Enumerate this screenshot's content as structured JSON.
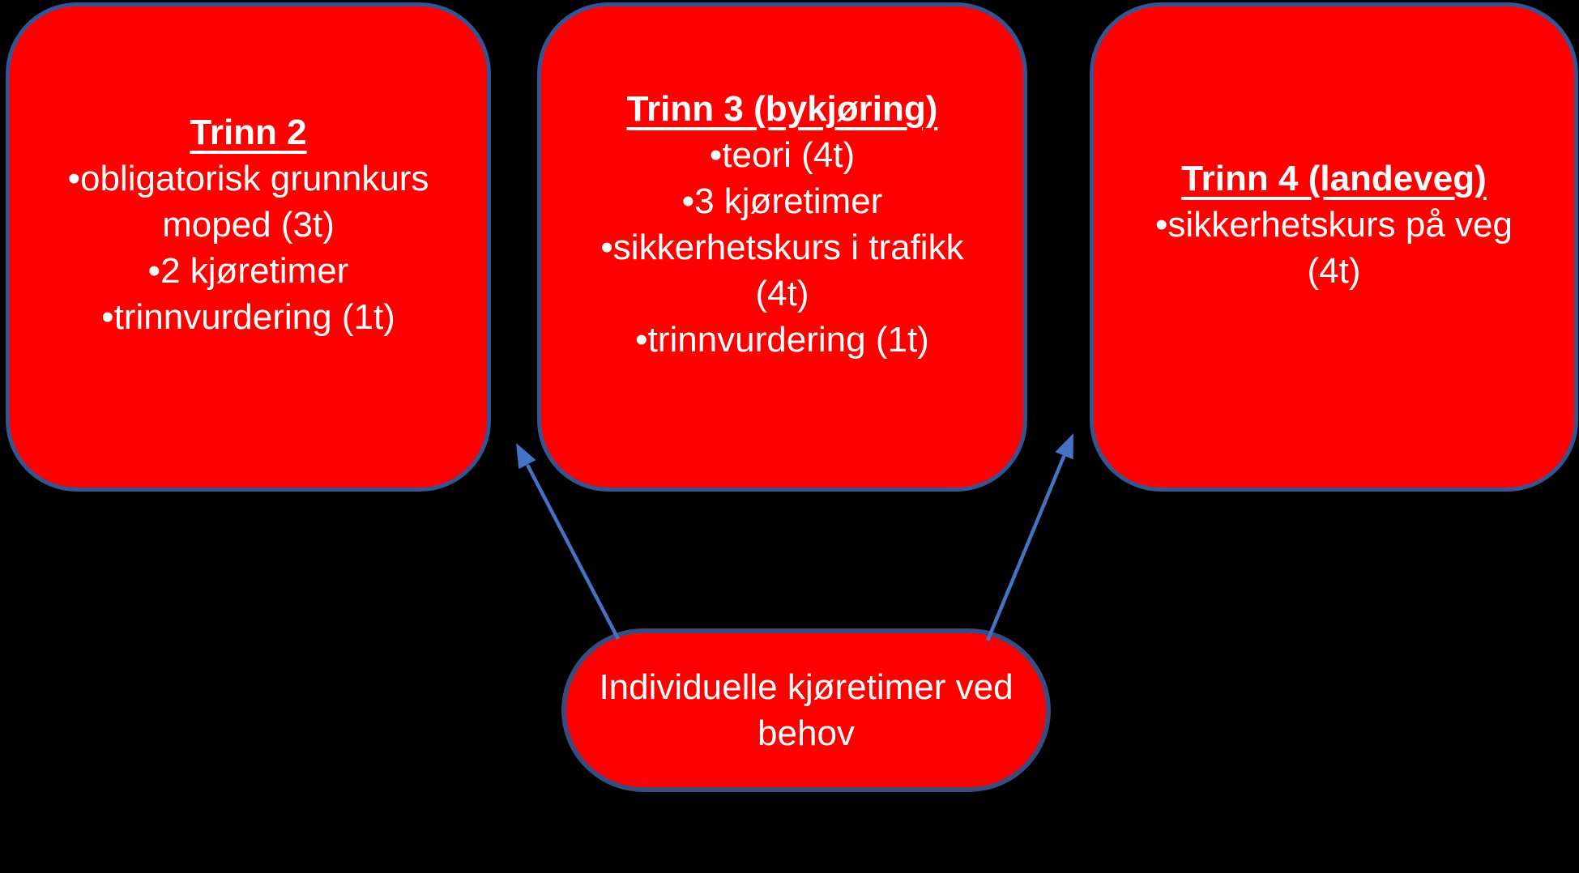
{
  "diagram": {
    "background_color": "#000000",
    "box_fill_color": "#FF0000",
    "box_border_color": "#355492",
    "capsule_border_color": "#3A4C7D",
    "arrow_color": "#4472C4",
    "text_color": "#FFFFFF"
  },
  "boxes": [
    {
      "id": "trinn2",
      "title": "Trinn 2",
      "items": [
        "•obligatorisk grunnkurs moped (3t)",
        "•2 kjøretimer",
        "•trinnvurdering (1t)"
      ]
    },
    {
      "id": "trinn3",
      "title": "Trinn 3 (bykjøring)",
      "items": [
        "•teori (4t)",
        "•3 kjøretimer",
        "•sikkerhetskurs i trafikk (4t)",
        "•trinnvurdering (1t)"
      ]
    },
    {
      "id": "trinn4",
      "title": "Trinn 4 (landeveg)",
      "items": [
        "•sikkerhetskurs på veg (4t)"
      ]
    }
  ],
  "note": {
    "text": "Individuelle kjøretimer ved behov"
  }
}
